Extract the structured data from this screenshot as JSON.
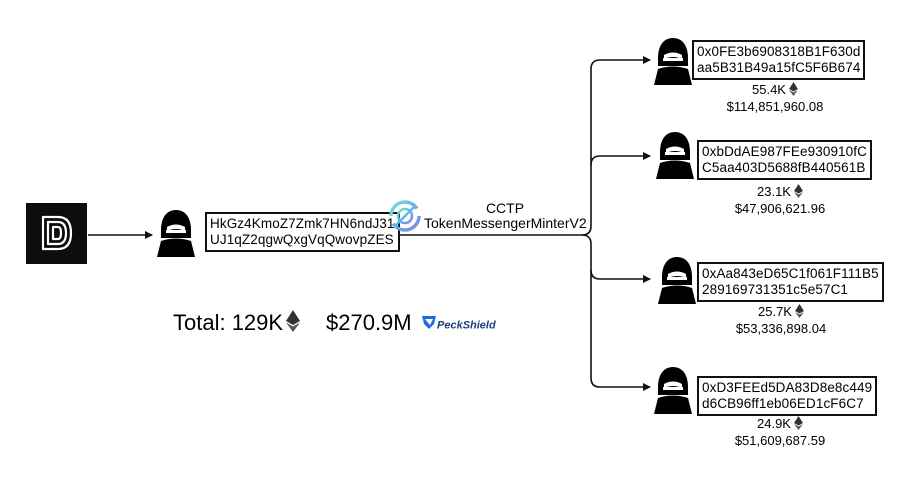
{
  "source": {
    "logo_icon": "exchange-logo-icon",
    "attacker_icon": "hooded-hacker-icon",
    "address_line1": "HkGz4KmoZ7Zmk7HN6ndJ31",
    "address_line2": "UJ1qZ2qgwQxgVqQwovpZES"
  },
  "bridge": {
    "icon": "circle-cctp-icon",
    "label_line1": "CCTP",
    "label_line2": "TokenMessengerMinterV2"
  },
  "total": {
    "eth_text": "Total: 129K",
    "usd_text": "$270.9M",
    "eth_icon": "ethereum-icon",
    "brand": "PeckShield",
    "brand_icon": "peckshield-logo-icon"
  },
  "recipients": [
    {
      "address_line1": "0x0FE3b6908318B1F630d",
      "address_line2": "aa5B31B49a15fC5F6B674",
      "eth_amount": "55.4K",
      "usd_amount": "$114,851,960.08"
    },
    {
      "address_line1": "0xbDdAE987FEe930910fC",
      "address_line2": "C5aa403D5688fB440561B",
      "eth_amount": "23.1K",
      "usd_amount": "$47,906,621.96"
    },
    {
      "address_line1": "0xAa843eD65C1f061F111B5",
      "address_line2": "289169731351c5e57C1",
      "eth_amount": "25.7K",
      "usd_amount": "$53,336,898.04"
    },
    {
      "address_line1": "0xD3FEEd5DA83D8e8c449",
      "address_line2": "d6CB96ff1eb06ED1cF6C7",
      "eth_amount": "24.9K",
      "usd_amount": "$51,609,687.59"
    }
  ],
  "colors": {
    "line": "#111111",
    "logo_bg": "#0d0d0d",
    "bridge_ring": "#64c6e8",
    "brand": "#1d3f7a"
  }
}
